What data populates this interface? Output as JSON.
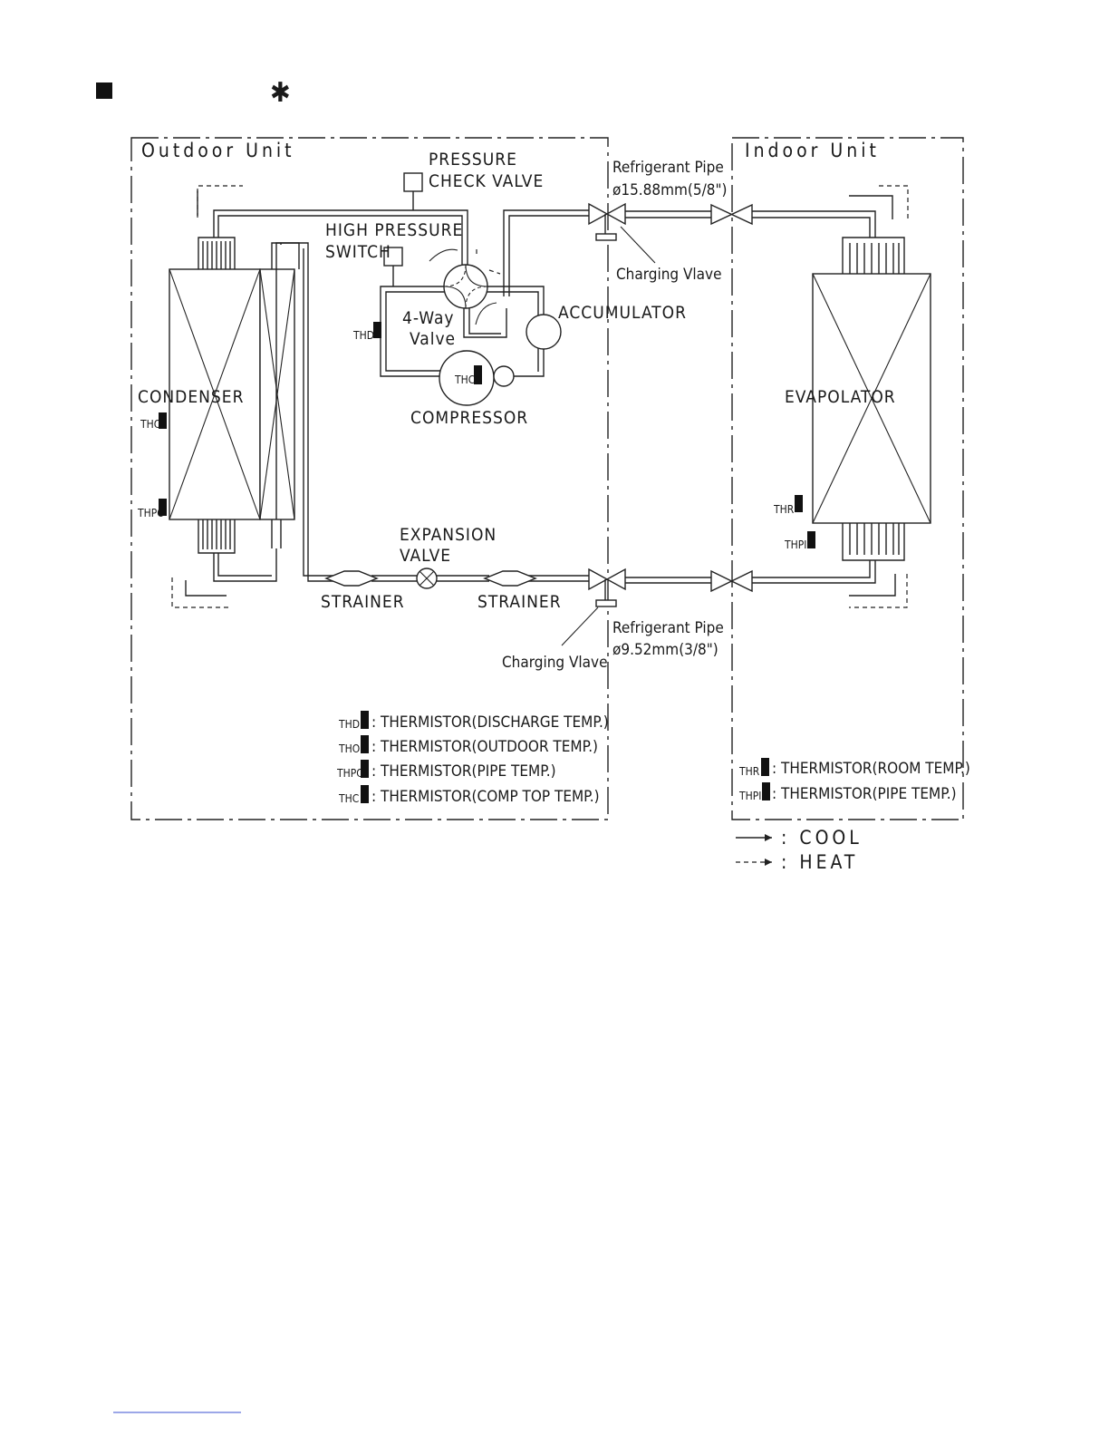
{
  "header": {
    "marker_symbol": "■",
    "asterisk": "✱"
  },
  "units": {
    "outdoor": "Outdoor Unit",
    "indoor": "Indoor Unit"
  },
  "components": {
    "pressure_check_valve": [
      "PRESSURE",
      "CHECK VALVE"
    ],
    "high_pressure_switch": [
      "HIGH PRESSURE",
      "SWITCH"
    ],
    "four_way_valve": [
      "4-Way",
      "Valve"
    ],
    "accumulator": "ACCUMULATOR",
    "compressor": "COMPRESSOR",
    "condenser": "CONDENSER",
    "evaporator": "EVAPOLATOR",
    "expansion_valve": [
      "EXPANSION",
      "VALVE"
    ],
    "strainer": "STRAINER",
    "charging_valve": "Charging Vlave"
  },
  "pipes": {
    "gas": {
      "label": "Refrigerant Pipe",
      "size": "ø15.88mm(5/8\")"
    },
    "liquid": {
      "label": "Refrigerant Pipe",
      "size": "ø9.52mm(3/8\")"
    }
  },
  "thermistors": {
    "outdoor_legend": [
      {
        "code": "THD",
        "desc": ": THERMISTOR(DISCHARGE TEMP.)"
      },
      {
        "code": "THO",
        "desc": ": THERMISTOR(OUTDOOR TEMP.)"
      },
      {
        "code": "THPO",
        "desc": ": THERMISTOR(PIPE TEMP.)"
      },
      {
        "code": "THC",
        "desc": ": THERMISTOR(COMP TOP TEMP.)"
      }
    ],
    "indoor_legend": [
      {
        "code": "THR",
        "desc": ": THERMISTOR(ROOM TEMP.)"
      },
      {
        "code": "THPI",
        "desc": ": THERMISTOR(PIPE TEMP.)"
      }
    ],
    "tags": {
      "thd": "THD",
      "tho": "THO",
      "thpo": "THPO",
      "thc": "THC",
      "thr": "THR",
      "thpi": "THPI"
    }
  },
  "flow_legend": {
    "cool": ": COOL",
    "heat": ": HEAT"
  }
}
